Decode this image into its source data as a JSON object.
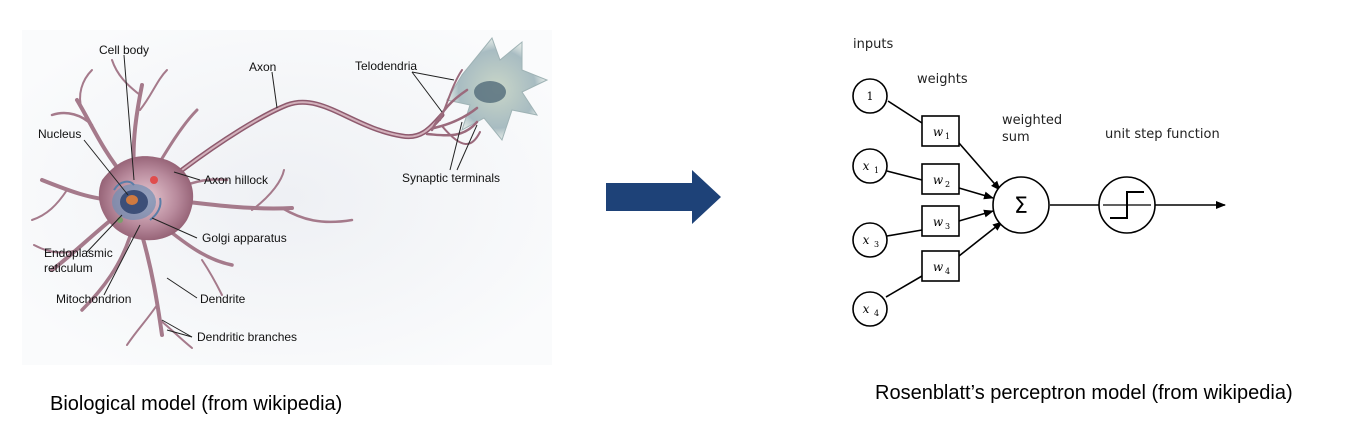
{
  "left_panel": {
    "labels": {
      "cell_body": "Cell body",
      "axon": "Axon",
      "telodendria": "Telodendria",
      "nucleus": "Nucleus",
      "axon_hillock": "Axon hillock",
      "synaptic_terminals": "Synaptic terminals",
      "golgi_apparatus": "Golgi apparatus",
      "endoplasmic_reticulum_line1": "Endoplasmic",
      "endoplasmic_reticulum_line2": "reticulum",
      "mitochondrion": "Mitochondrion",
      "dendrite": "Dendrite",
      "dendritic_branches": "Dendritic branches"
    },
    "caption": "Biological model (from wikipedia)"
  },
  "arrow": {
    "color": "#1e4278"
  },
  "right_panel": {
    "inputs_label": "inputs",
    "weights_label": "weights",
    "weighted_sum_line1": "weighted",
    "weighted_sum_line2": "sum",
    "unit_step_label": "unit step function",
    "input_nodes": [
      {
        "base": "1",
        "sub": ""
      },
      {
        "base": "x",
        "sub": "1"
      },
      {
        "base": "x",
        "sub": "3"
      },
      {
        "base": "x",
        "sub": "4"
      }
    ],
    "weight_boxes": [
      {
        "base": "w",
        "sub": "1"
      },
      {
        "base": "w",
        "sub": "2"
      },
      {
        "base": "w",
        "sub": "3"
      },
      {
        "base": "w",
        "sub": "4"
      }
    ],
    "sum_symbol": "Σ",
    "caption": "Rosenblatt’s perceptron model (from wikipedia)"
  }
}
